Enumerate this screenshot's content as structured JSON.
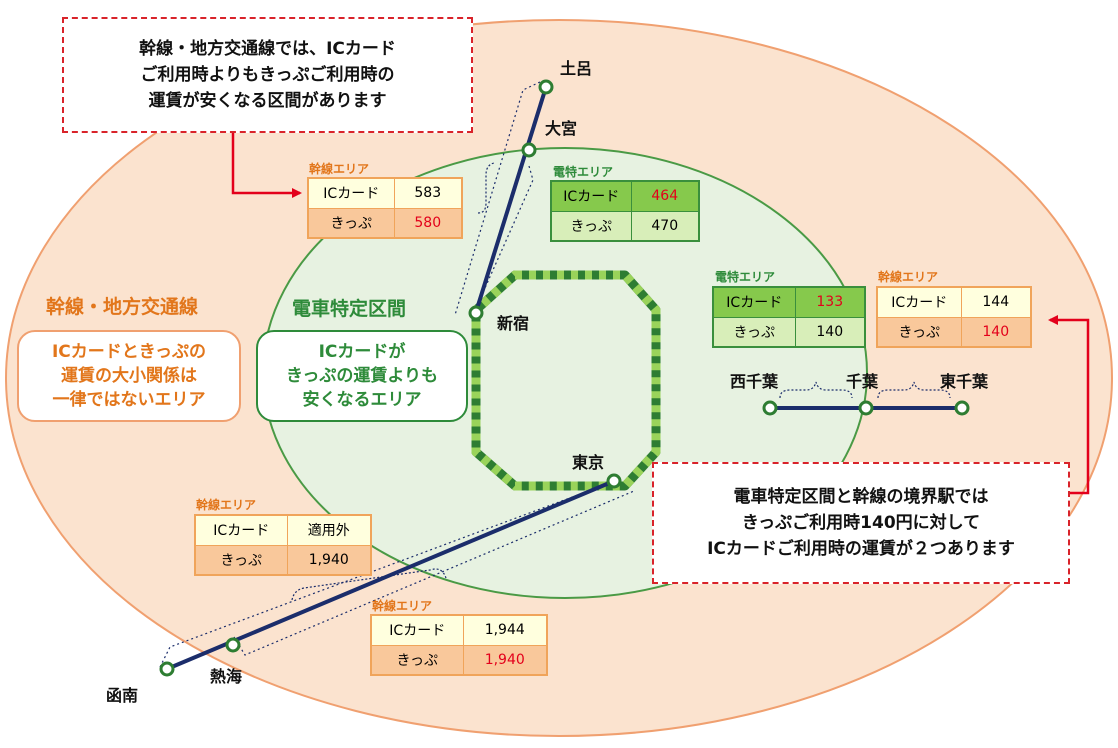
{
  "callouts": {
    "top": [
      "幹線・地方交通線では、ICカード",
      "ご利用時よりもきっぷご利用時の",
      "運賃が安くなる区間があります"
    ],
    "right": [
      "電車特定区間と幹線の境界駅では",
      "きっぷご利用時140円に対して",
      "ICカードご利用時の運賃が２つあります"
    ]
  },
  "areas": {
    "kansen": {
      "title": "幹線・地方交通線",
      "desc": [
        "ICカードときっぷの",
        "運賃の大小関係は",
        "一律ではないエリア"
      ]
    },
    "denen": {
      "title": "電車特定区間",
      "desc": [
        "ICカードが",
        "きっぷの運賃よりも",
        "安くなるエリア"
      ]
    }
  },
  "labels": {
    "kansen_area": "幹線エリア",
    "densha_area": "電特エリア",
    "ic": "ICカード",
    "kippu": "きっぷ"
  },
  "fares": {
    "tsuchiro_shinjuku": {
      "ic": "583",
      "kippu": "580"
    },
    "omiya_shinjuku": {
      "ic": "464",
      "kippu": "470"
    },
    "nishichiba_chiba": {
      "ic": "133",
      "kippu": "140"
    },
    "chiba_higashichiba": {
      "ic": "144",
      "kippu": "140"
    },
    "kannami_tokyo": {
      "ic": "適用外",
      "kippu": "1,940"
    },
    "atami_tokyo": {
      "ic": "1,944",
      "kippu": "1,940"
    }
  },
  "stations": {
    "tsuchiro": "土呂",
    "omiya": "大宮",
    "shinjuku": "新宿",
    "tokyo": "東京",
    "nishichiba": "西千葉",
    "chiba": "千葉",
    "higashichiba": "東千葉",
    "atami": "熱海",
    "kannami": "函南"
  },
  "colors": {
    "outer_area": "#fbe3cf",
    "outer_border": "#f0a070",
    "inner_area": "#e7f2e1",
    "inner_border": "#4a9a45",
    "line": "#1b2d6b",
    "loop_dark": "#2e7d32",
    "loop_light": "#9ad35a",
    "callout_border": "#d9232a",
    "kansen_text": "#e2761b",
    "denen_text": "#2e8b3a",
    "highlight": "#e3001b"
  }
}
